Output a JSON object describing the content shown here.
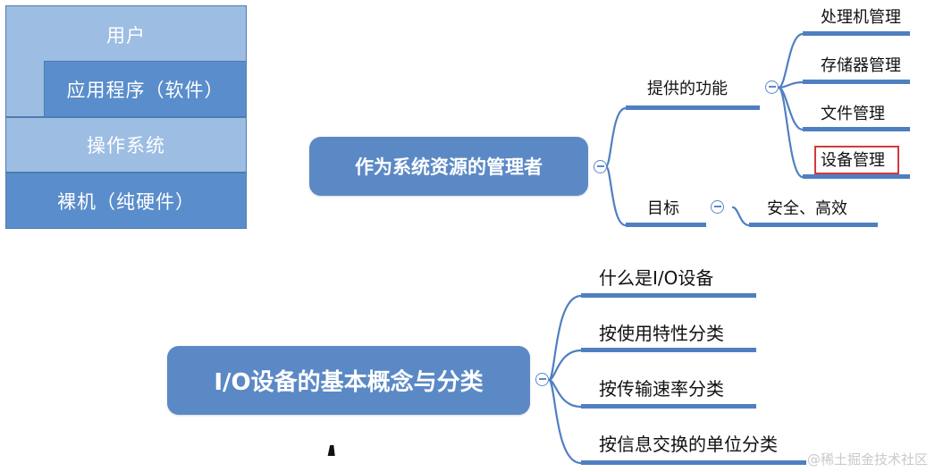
{
  "layer_stack": {
    "user": "用户",
    "application": "应用程序（软件）",
    "os": "操作系统",
    "bare_machine": "裸机（纯硬件）"
  },
  "resource_map": {
    "root": "作为系统资源的管理者",
    "functions": {
      "label": "提供的功能",
      "items": [
        "处理机管理",
        "存储器管理",
        "文件管理",
        "设备管理"
      ],
      "highlighted": "设备管理"
    },
    "goal": {
      "label": "目标",
      "value": "安全、高效"
    }
  },
  "io_map": {
    "root": "I/O设备的基本概念与分类",
    "items": [
      "什么是I/O设备",
      "按使用特性分类",
      "按传输速率分类",
      "按信息交换的单位分类"
    ]
  },
  "watermark": "@稀土掘金技术社区",
  "colors": {
    "node_fill": "#5b89c6",
    "branch_line": "#4f7fc0",
    "layer_light": "#9dbde3",
    "layer_dark": "#5a8dcb",
    "highlight": "#d23a3a"
  }
}
